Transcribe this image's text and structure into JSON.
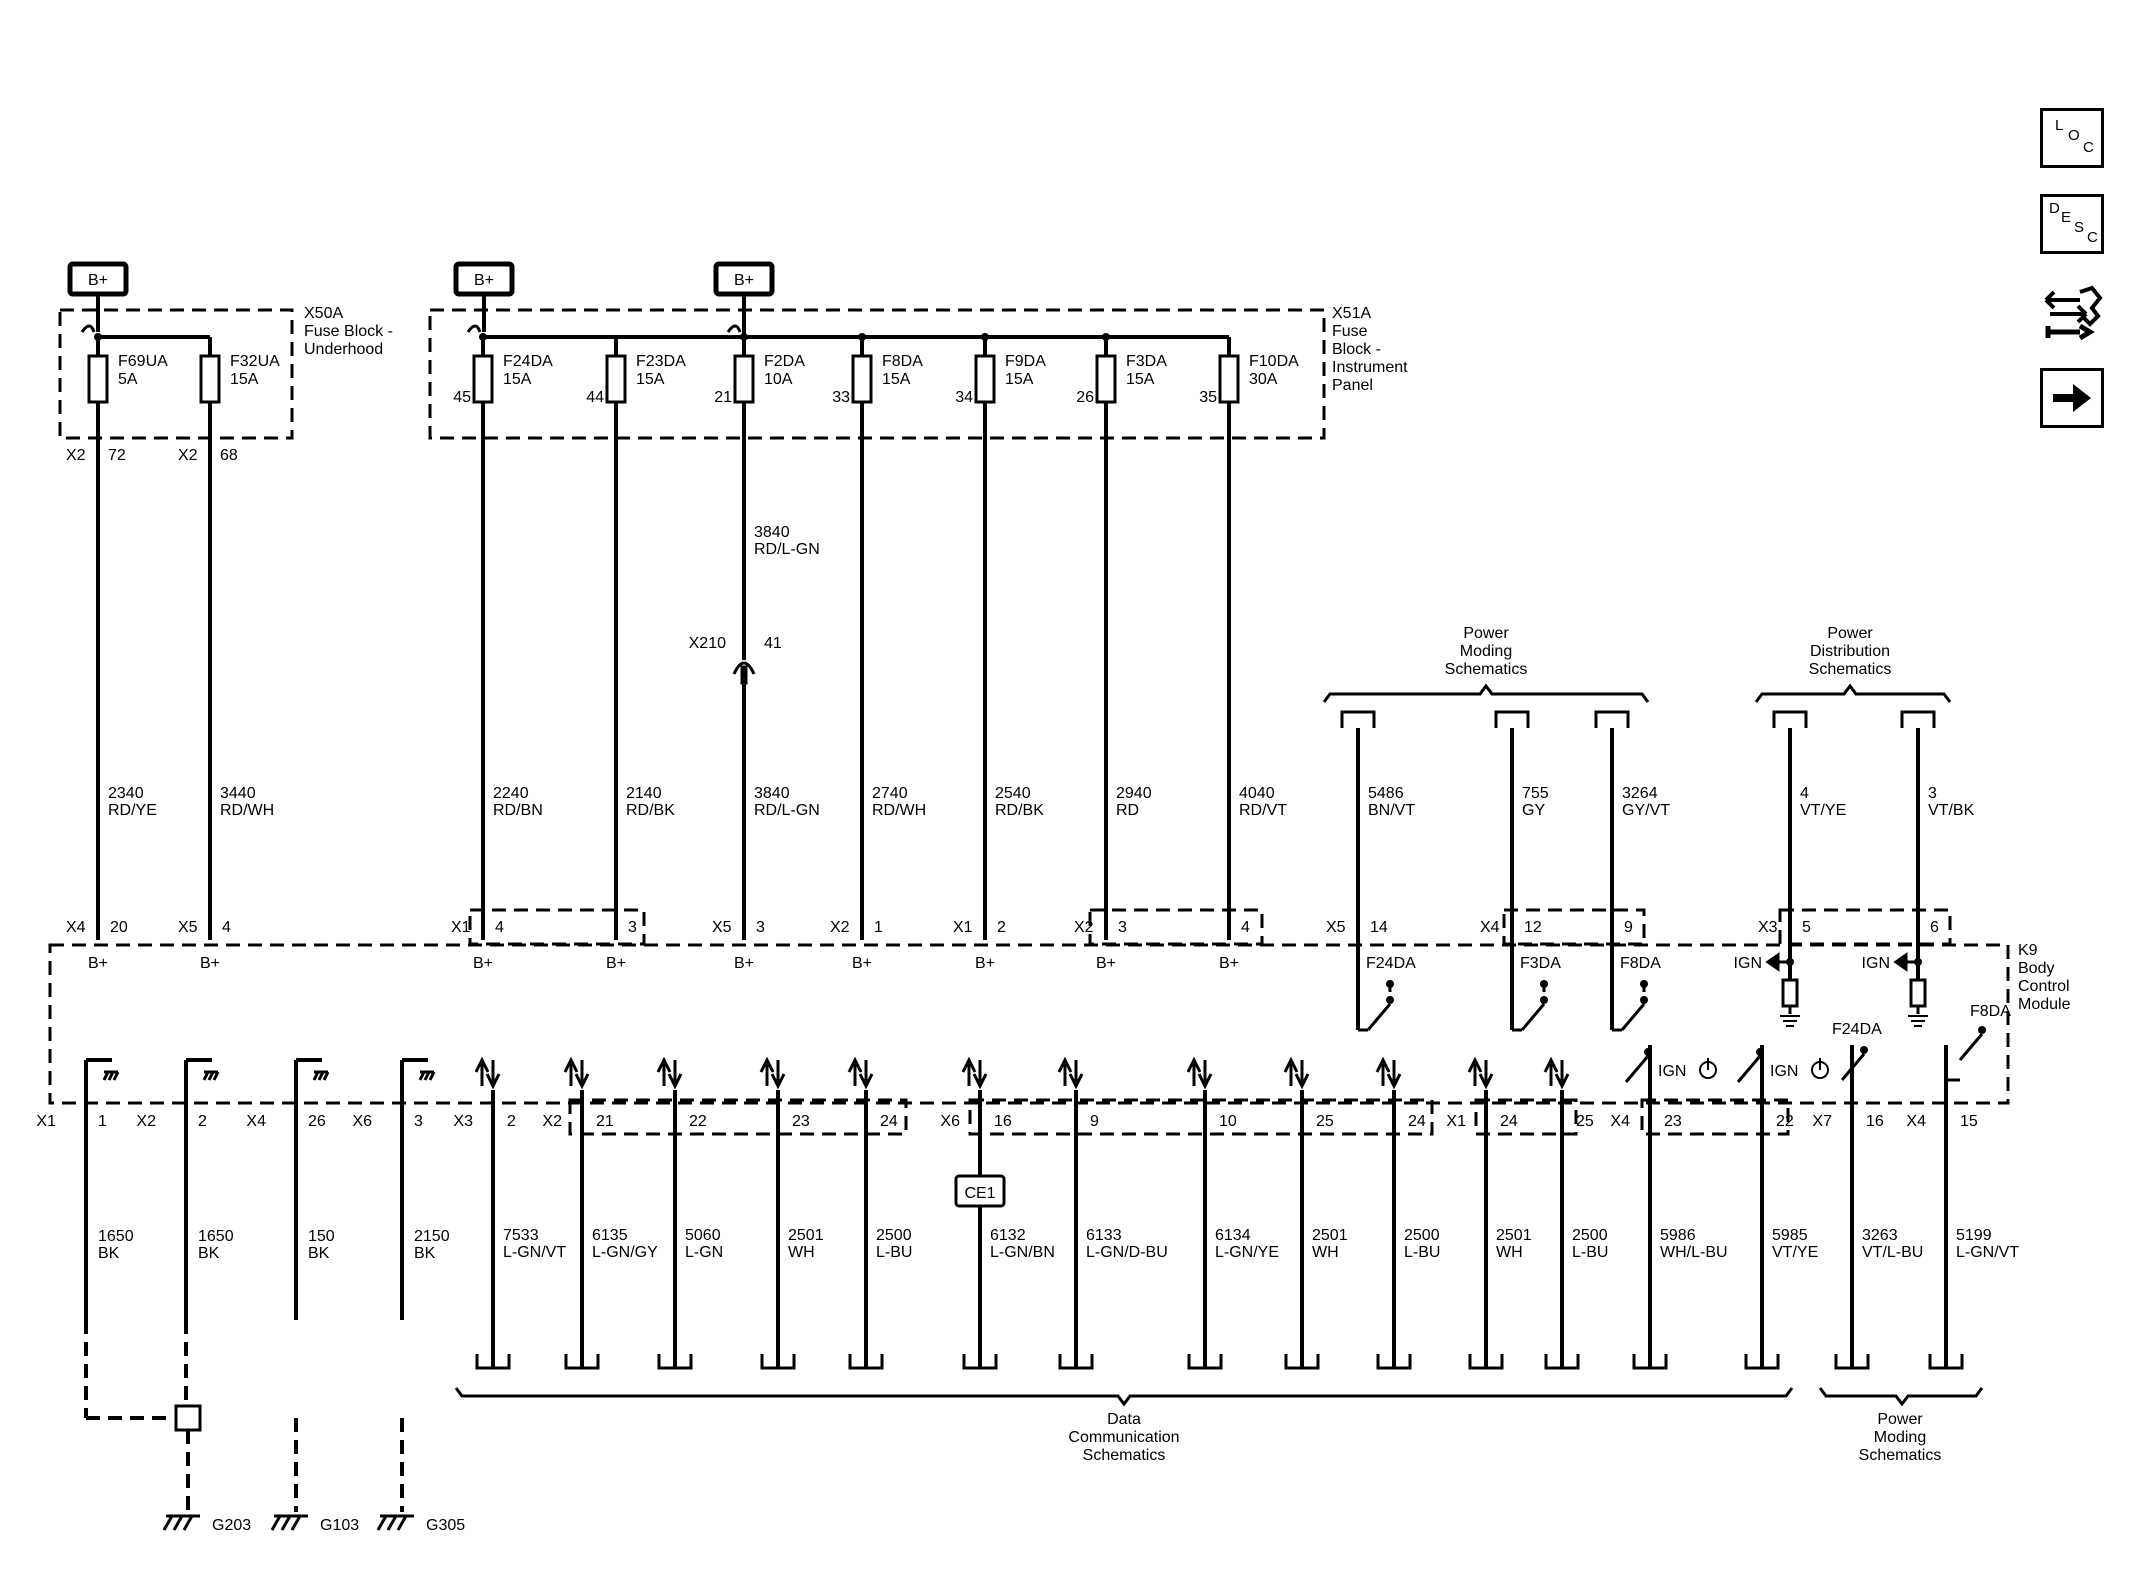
{
  "nav": [
    {
      "id": "loc",
      "letters": [
        "L",
        "O",
        "C"
      ],
      "icon": "loc-icon"
    },
    {
      "id": "desc",
      "letters": [
        "D",
        "E",
        "S",
        "C"
      ],
      "icon": "desc-icon"
    },
    {
      "id": "connector",
      "icon": "connector-wrench-icon"
    },
    {
      "id": "next",
      "icon": "arrow-right-icon"
    }
  ],
  "supply": "B+",
  "fuse_blocks": [
    {
      "id": "X50A",
      "label": [
        "X50A",
        "Fuse Block -",
        "Underhood"
      ]
    },
    {
      "id": "X51A",
      "label": [
        "X51A",
        "Fuse",
        "Block -",
        "Instrument",
        "Panel"
      ]
    }
  ],
  "fuses": [
    {
      "name": "F69UA",
      "rating": "5A",
      "fb_conn": "X2",
      "fb_pin": "72",
      "circuit": "2340",
      "color": "RD/YE",
      "bcm_conn": "X4",
      "bcm_pin": "20",
      "bcm_label": "B+"
    },
    {
      "name": "F32UA",
      "rating": "15A",
      "fb_conn": "X2",
      "fb_pin": "68",
      "circuit": "3440",
      "color": "RD/WH",
      "bcm_conn": "X5",
      "bcm_pin": "4",
      "bcm_label": "B+"
    },
    {
      "name": "F24DA",
      "rating": "15A",
      "fb_pin": "45",
      "circuit": "2240",
      "color": "RD/BN",
      "bcm_conn": "X1",
      "bcm_pin": "4",
      "bcm_label": "B+"
    },
    {
      "name": "F23DA",
      "rating": "15A",
      "fb_pin": "44",
      "circuit": "2140",
      "color": "RD/BK",
      "bcm_pin": "3",
      "bcm_label": "B+"
    },
    {
      "name": "F2DA",
      "rating": "10A",
      "fb_pin": "21",
      "circuit": "3840",
      "color": "RD/L-GN",
      "bcm_conn": "X5",
      "bcm_pin": "3",
      "bcm_label": "B+"
    },
    {
      "name": "F8DA",
      "rating": "15A",
      "fb_pin": "33",
      "circuit": "2740",
      "color": "RD/WH",
      "bcm_conn": "X2",
      "bcm_pin": "1",
      "bcm_label": "B+"
    },
    {
      "name": "F9DA",
      "rating": "15A",
      "fb_pin": "34",
      "circuit": "2540",
      "color": "RD/BK",
      "bcm_conn": "X1",
      "bcm_pin": "2",
      "bcm_label": "B+"
    },
    {
      "name": "F3DA",
      "rating": "15A",
      "fb_pin": "26",
      "circuit": "2940",
      "color": "RD",
      "bcm_conn": "X2",
      "bcm_pin": "3",
      "bcm_label": "B+"
    },
    {
      "name": "F10DA",
      "rating": "30A",
      "fb_pin": "35",
      "circuit": "4040",
      "color": "RD/VT",
      "bcm_pin": "4",
      "bcm_label": "B+"
    }
  ],
  "inline_connector": {
    "name": "X210",
    "pin": "41",
    "circuit_above": "3840",
    "color_above": "RD/L-GN"
  },
  "power_moding_top": {
    "title": [
      "Power",
      "Moding",
      "Schematics"
    ]
  },
  "power_dist_top": {
    "title": [
      "Power",
      "Distribution",
      "Schematics"
    ]
  },
  "top_inputs": [
    {
      "circuit": "5486",
      "color": "BN/VT",
      "bcm_conn": "X5",
      "bcm_pin": "14",
      "switch": "F24DA"
    },
    {
      "circuit": "755",
      "color": "GY",
      "bcm_conn": "X4",
      "bcm_pin": "12",
      "switch": "F3DA"
    },
    {
      "circuit": "3264",
      "color": "GY/VT",
      "bcm_pin": "9",
      "switch": "F8DA"
    },
    {
      "circuit": "4",
      "color": "VT/YE",
      "bcm_conn": "X3",
      "bcm_pin": "5",
      "label": "IGN"
    },
    {
      "circuit": "3",
      "color": "VT/BK",
      "bcm_pin": "6",
      "label": "IGN"
    }
  ],
  "module": {
    "label": [
      "K9",
      "Body",
      "Control",
      "Module"
    ]
  },
  "grounds": [
    {
      "conn": "X1",
      "pin": "1",
      "circuit": "1650",
      "color": "BK"
    },
    {
      "conn": "X2",
      "pin": "2",
      "circuit": "1650",
      "color": "BK"
    },
    {
      "conn": "X4",
      "pin": "26",
      "circuit": "150",
      "color": "BK"
    },
    {
      "conn": "X6",
      "pin": "3",
      "circuit": "2150",
      "color": "BK"
    }
  ],
  "ground_points": [
    "G203",
    "G103",
    "G305"
  ],
  "data_lines": [
    {
      "conn": "X3",
      "pin": "2",
      "circuit": "7533",
      "color": "L-GN/VT"
    },
    {
      "conn": "X2",
      "pin": "21",
      "circuit": "6135",
      "color": "L-GN/GY"
    },
    {
      "pin": "22",
      "circuit": "5060",
      "color": "L-GN"
    },
    {
      "pin": "23",
      "circuit": "2501",
      "color": "WH"
    },
    {
      "pin": "24",
      "circuit": "2500",
      "color": "L-BU"
    },
    {
      "conn": "X6",
      "pin": "16",
      "circuit": "6132",
      "color": "L-GN/BN",
      "splice": "CE1"
    },
    {
      "pin": "9",
      "circuit": "6133",
      "color": "L-GN/D-BU"
    },
    {
      "pin": "10",
      "circuit": "6134",
      "color": "L-GN/YE"
    },
    {
      "pin": "25",
      "circuit": "2501",
      "color": "WH"
    },
    {
      "pin": "24",
      "circuit": "2500",
      "color": "L-BU"
    },
    {
      "conn": "X1",
      "pin": "24",
      "circuit": "2501",
      "color": "WH"
    },
    {
      "pin": "25",
      "circuit": "2500",
      "color": "L-BU"
    }
  ],
  "ign_outputs": [
    {
      "conn": "X4",
      "pin": "23",
      "circuit": "5986",
      "color": "WH/L-BU",
      "label": "IGN"
    },
    {
      "pin": "22",
      "circuit": "5985",
      "color": "VT/YE",
      "label": "IGN"
    }
  ],
  "pm_outputs": [
    {
      "conn": "X7",
      "pin": "16",
      "circuit": "3263",
      "color": "VT/L-BU",
      "switch": "F24DA"
    },
    {
      "conn": "X4",
      "pin": "15",
      "circuit": "5199",
      "color": "L-GN/VT",
      "switch": "F8DA"
    }
  ],
  "bottom_titles": {
    "data": [
      "Data",
      "Communication",
      "Schematics"
    ],
    "power": [
      "Power",
      "Moding",
      "Schematics"
    ]
  }
}
